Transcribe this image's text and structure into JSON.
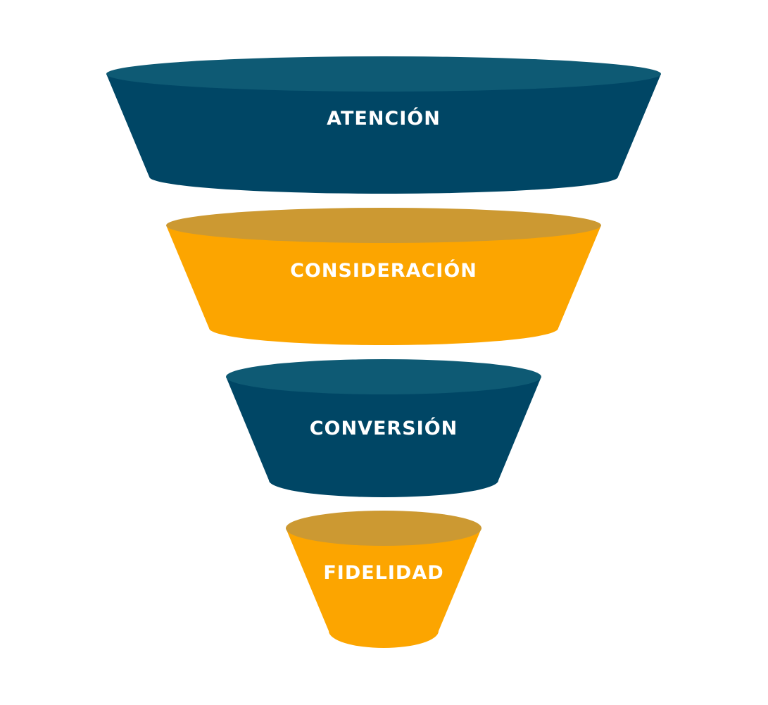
{
  "colors": {
    "dark_body": "#004665",
    "dark_top": "#0e5a74",
    "orange_body": "#fca500",
    "orange_top": "#cc9932"
  },
  "funnel": {
    "stages": [
      {
        "label": "ATENCIÓN",
        "theme": "dark"
      },
      {
        "label": "CONSIDERACIÓN",
        "theme": "orange"
      },
      {
        "label": "CONVERSIÓN",
        "theme": "dark"
      },
      {
        "label": "FIDELIDAD",
        "theme": "orange"
      }
    ]
  }
}
